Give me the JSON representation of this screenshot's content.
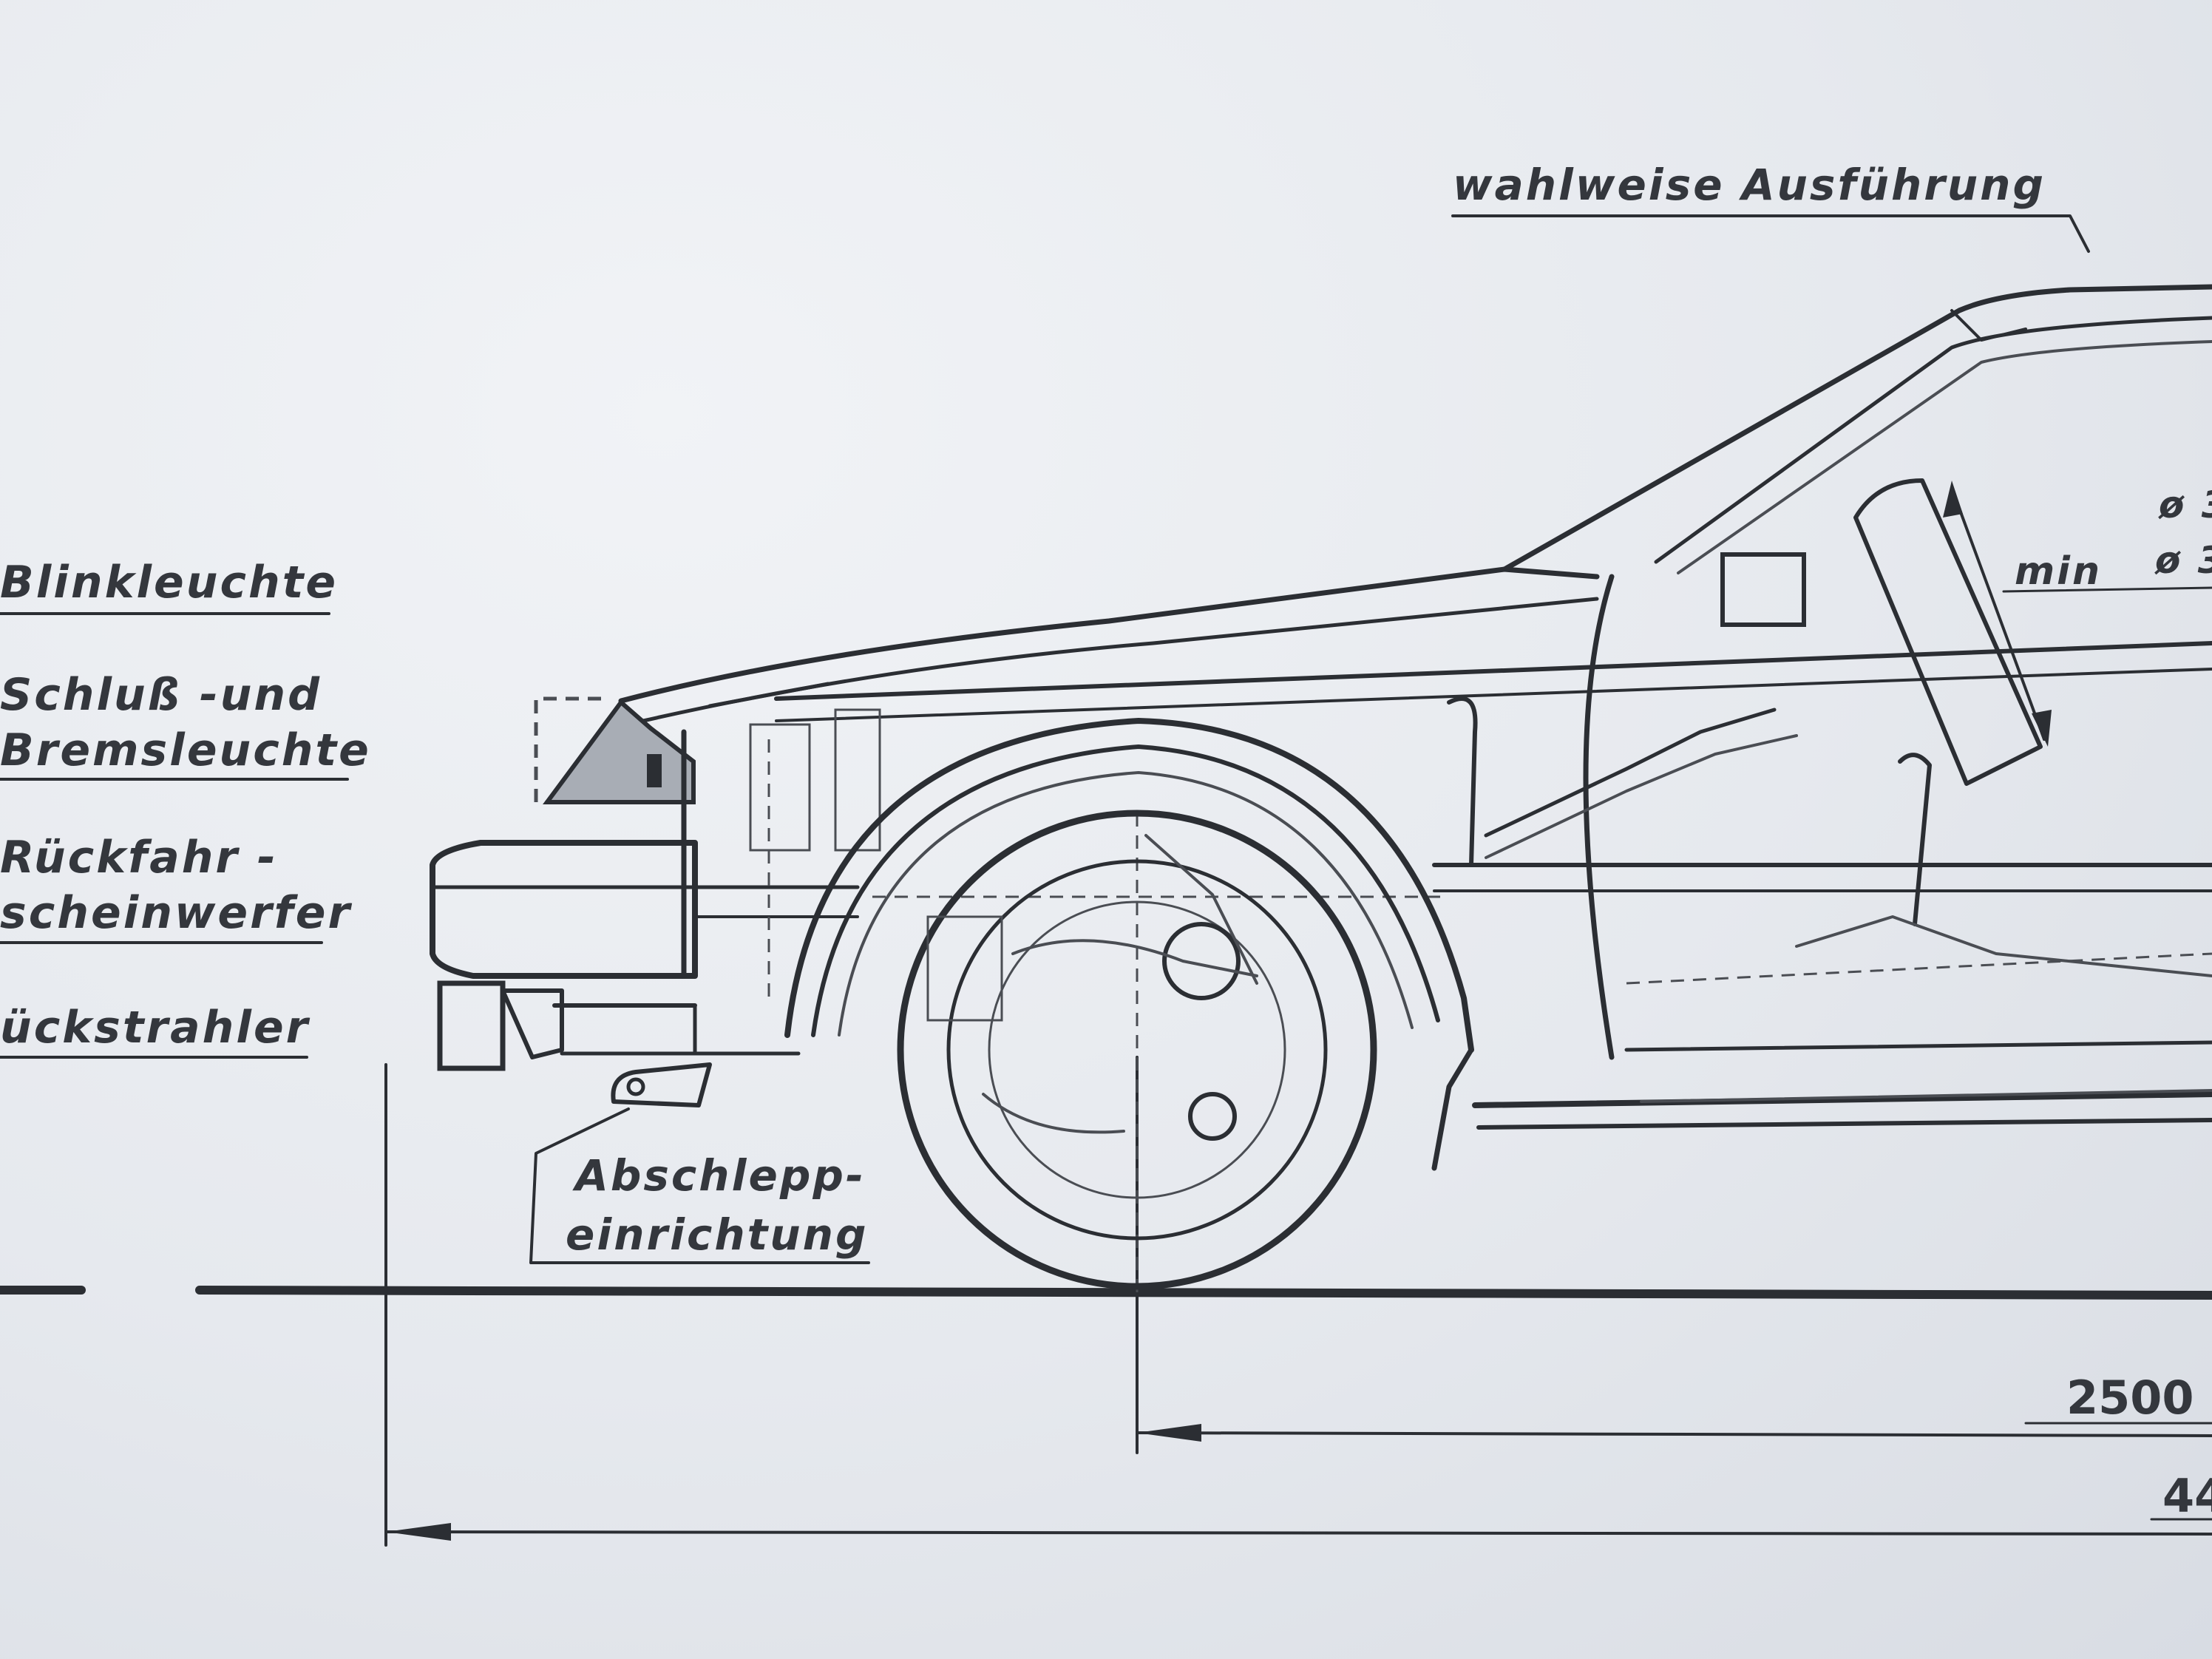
{
  "labels": {
    "option": "wahlweise Ausführung",
    "turn_signal": "Blinkleuchte",
    "tail_brake_1": "Schluß -und",
    "tail_brake_2": "Bremsleuchte",
    "reverse_1": "Rückfahr -",
    "reverse_2": "scheinwerfer",
    "reflector": "ückstrahler",
    "tow_1": "Abschlepp-",
    "tow_2": "einrichtung",
    "min": "min",
    "dia_1": "ø 3",
    "dia_2": "ø 3"
  },
  "dimensions": {
    "wheelbase_fragment": "2500",
    "overall_fragment": "44"
  },
  "colors": {
    "paper": "#e7eaef",
    "ink": "#2b2e33"
  }
}
